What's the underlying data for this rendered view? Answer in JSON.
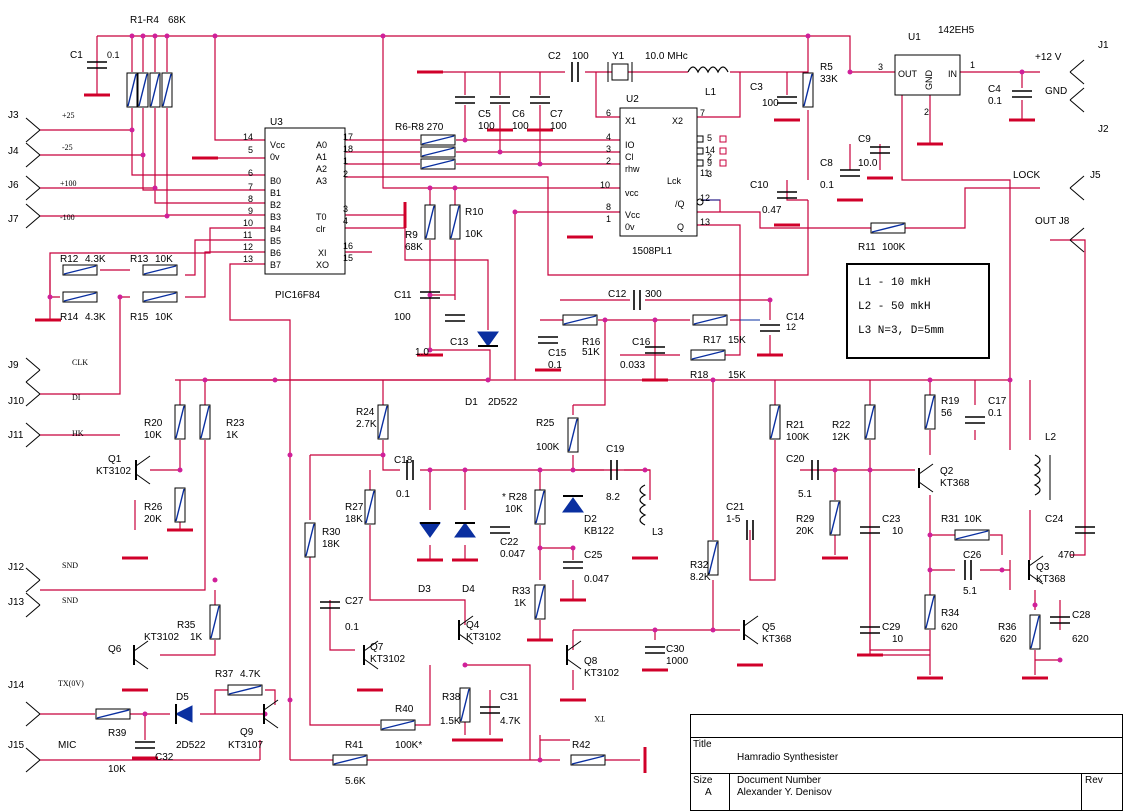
{
  "labels": {
    "r1r4": "R1-R4",
    "r1r4v": "68K",
    "c1": "C1",
    "c1v": "0.1",
    "j3": "J3",
    "j3n": "+25",
    "j4": "J4",
    "j4n": "-25",
    "j6": "J6",
    "j6n": "+100",
    "j7": "J7",
    "j7n": "-100",
    "u3": "U3",
    "u3part": "PIC16F84",
    "u3p1": "Vcc",
    "u3p2": "0v",
    "u3p3": "B0",
    "u3p4": "B1",
    "u3p5": "B2",
    "u3p6": "B3",
    "u3p7": "B4",
    "u3p8": "B5",
    "u3p9": "B6",
    "u3p10": "B7",
    "u3r1": "A0",
    "u3r2": "A1",
    "u3r3": "A2",
    "u3r4": "A3",
    "u3r5": "T0",
    "u3r6": "clr",
    "u3r7": "XI",
    "u3r8": "XO",
    "n14": "14",
    "n5": "5",
    "n6": "6",
    "n7": "7",
    "n8": "8",
    "n9": "9",
    "n10": "10",
    "n11": "11",
    "n12": "12",
    "n13": "13",
    "n17": "17",
    "n18": "18",
    "n1": "1",
    "n2": "2",
    "n3": "3",
    "n4": "4",
    "n16": "16",
    "n15": "15",
    "r6r8": "R6-R8 270",
    "c2": "C2",
    "c2v": "100",
    "y1": "Y1",
    "y1v": "10.0 MHc",
    "l1": "L1",
    "c5": "C5",
    "c5v": "100",
    "c6": "C6",
    "c6v": "100",
    "c7": "C7",
    "c7v": "100",
    "u2": "U2",
    "u2part": "1508PL1",
    "u2l1": "X1",
    "u2l2": "IO",
    "u2l3": "Cl",
    "u2l4": "rhw",
    "u2l5": "vcc",
    "u2l6": "Vcc",
    "u2l7": "0v",
    "u2r1": "X2",
    "u2r2": "Lck",
    "u2r3": "/Q",
    "u2r4": "Q",
    "u2n6": "6",
    "u2n4": "4",
    "u2n3": "3",
    "u2n2": "2",
    "u2n10": "10",
    "u2n8": "8",
    "u2n1": "1",
    "u2n7": "7",
    "u2n5": "5",
    "u2n14": "14",
    "u2n2b": "2",
    "u2n9": "9",
    "u2n3b": "3",
    "u2n11": "11",
    "u2n12": "12",
    "u2n13": "13",
    "c3": "C3",
    "c3v": "100",
    "r5": "R5",
    "r5v": "33K",
    "u1": "U1",
    "u1part": "142EH5",
    "u1out": "OUT",
    "u1gnd": "GND",
    "u1in": "IN",
    "u1n3": "3",
    "u1n1": "1",
    "u1n2": "2",
    "j1": "J1",
    "j1n": "+12 V",
    "j2": "J2",
    "j2n": "GND",
    "c4": "C4",
    "c4v": "0.1",
    "c9": "C9",
    "c9v": "10.0",
    "c8": "C8",
    "c8v": "0.1",
    "c10": "C10",
    "c10v": "0.47",
    "lock": "LOCK",
    "j5": "J5",
    "r11": "R11",
    "r11v": "100K",
    "j8": "OUT J8",
    "r9": "R9",
    "r9v": "68K",
    "r10": "R10",
    "r10v": "10K",
    "r12": "R12",
    "r12v": "4.3K",
    "r13": "R13",
    "r13v": "10K",
    "r14": "R14",
    "r14v": "4.3K",
    "r15": "R15",
    "r15v": "10K",
    "c11": "C11",
    "c11v": "100",
    "c13": "C13",
    "c13v": "1.0",
    "d1": "D1",
    "d1v": "2D522",
    "c12": "C12",
    "c12v": "300",
    "c14": "C14",
    "c14v": "12",
    "c15": "C15",
    "c15v": "0.1",
    "r16": "R16",
    "r16v": "51K",
    "c16": "C16",
    "c16v": "0.033",
    "r17": "R17",
    "r17v": "15K",
    "r18": "R18",
    "r18v": "15K",
    "j9": "J9",
    "j9n": "CLK",
    "j10": "J10",
    "j10n": "DI",
    "j11": "J11",
    "j11n": "HK",
    "r20": "R20",
    "r20v": "10K",
    "r23": "R23",
    "r23v": "1K",
    "q1": "Q1",
    "q1v": "KT3102",
    "r26": "R26",
    "r26v": "20K",
    "r24": "R24",
    "r24v": "2.7K",
    "c18": "C18",
    "c18v": "0.1",
    "r27": "R27",
    "r27v": "18K",
    "r30": "R30",
    "r30v": "18K",
    "r28": "* R28",
    "r28v": "10K",
    "c22": "C22",
    "c22v": "0.047",
    "d3": "D3",
    "d4": "D4",
    "r25": "R25",
    "r25v": "100K",
    "c19": "C19",
    "c19v": "8.2",
    "d2": "D2",
    "d2v": "KB122",
    "c25": "C25",
    "c25v": "0.047",
    "l3": "L3",
    "r33": "R33",
    "r33v": "1K",
    "c27": "C27",
    "c27v": "0.1",
    "q7": "Q7",
    "q7v": "KT3102",
    "q4": "Q4",
    "q4v": "KT3102",
    "r21": "R21",
    "r21v": "100K",
    "r22": "R22",
    "r22v": "12K",
    "c20": "C20",
    "c20v": "5.1",
    "r29": "R29",
    "r29v": "20K",
    "c21": "C21",
    "c21v": "1-5",
    "r32": "R32",
    "r32v": "8.2K",
    "q5": "Q5",
    "q5v": "KT368",
    "r19": "R19",
    "r19v": "56",
    "c17": "C17",
    "c17v": "0.1",
    "q2": "Q2",
    "q2v": "KT368",
    "l2": "L2",
    "c23": "C23",
    "c23v": "10",
    "r31": "R31",
    "r31v": "10K",
    "c26": "C26",
    "c26v": "5.1",
    "q3": "Q3",
    "q3v": "KT368",
    "c24": "C24",
    "c24v": "470",
    "c29": "C29",
    "c29v": "10",
    "r34": "R34",
    "r34v": "620",
    "r36": "R36",
    "r36v": "620",
    "c28": "C28",
    "c28v": "620",
    "j12": "J12",
    "j12n": "SND",
    "j13": "J13",
    "j13n": "SND",
    "r35": "R35",
    "r35v": "1K",
    "q6": "Q6",
    "q6v": "KT3102",
    "j14": "J14",
    "j14n": "TX(0V)",
    "r37": "R37",
    "r37v": "4.7K",
    "d5": "D5",
    "d5v": "2D522",
    "q9": "Q9",
    "q9v": "KT3107",
    "r39": "R39",
    "r39v": "10K",
    "c32": "C32",
    "r40": "R40",
    "r40v": "100K*",
    "r38": "R38",
    "r38v": "1.5K",
    "c31": "C31",
    "c31v": "4.7K",
    "j15": "J15",
    "j15n": "MIC",
    "r41": "R41",
    "r41v": "5.6K",
    "r42": "R42",
    "q8": "Q8",
    "q8v": "KT3102",
    "c30": "C30",
    "c30v": "1000",
    "tx": "TX"
  },
  "notes": [
    "L1 - 10 mkH",
    "L2 - 50 mkH",
    "L3 N=3, D=5mm"
  ],
  "title_block": {
    "title_label": "Title",
    "title": "Hamradio Synthesister",
    "size_label": "Size",
    "size": "A",
    "docnum_label": "Document Number",
    "docnum": "Alexander Y. Denisov",
    "rev_label": "Rev"
  }
}
